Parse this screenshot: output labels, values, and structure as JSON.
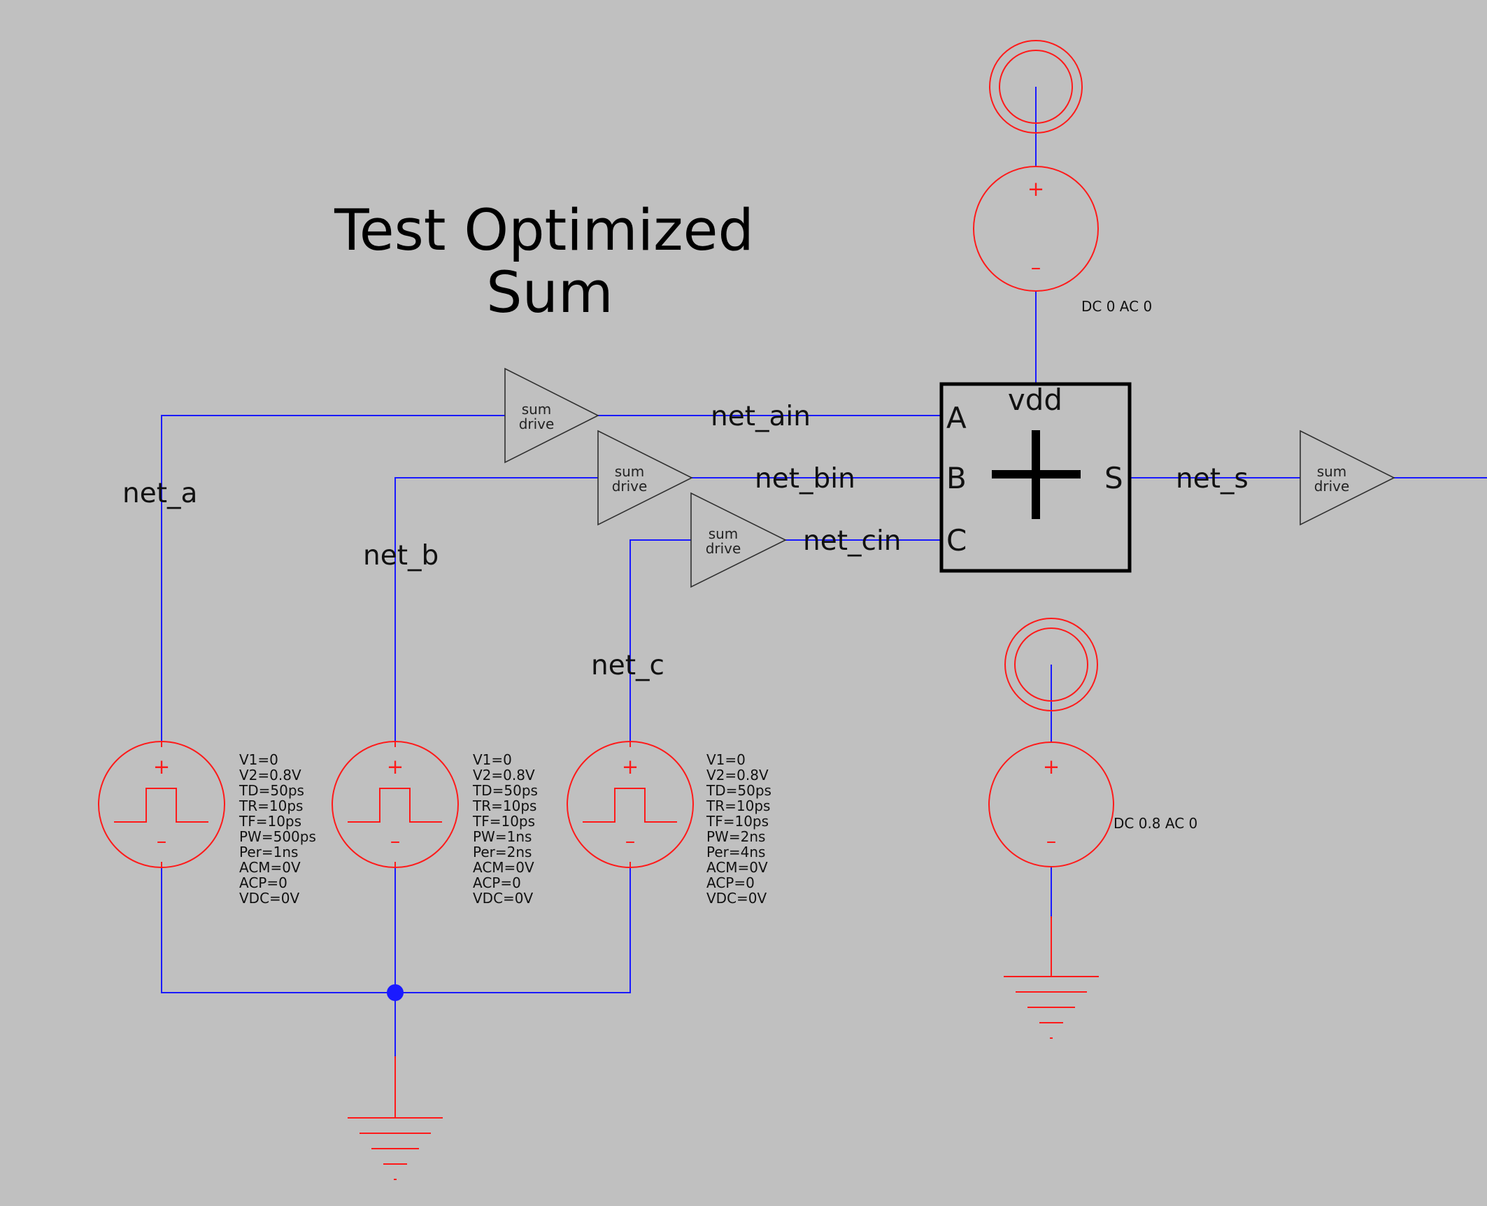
{
  "title": {
    "line1": "Test Optimized",
    "line2": "Sum"
  },
  "colors": {
    "background": "#c0c0c0",
    "wire": "#1a1aff",
    "source": "#ff1a1a",
    "component": "#000000"
  },
  "nets": {
    "a": "net_a",
    "b": "net_b",
    "c": "net_c",
    "ain": "net_ain",
    "bin": "net_bin",
    "cin": "net_cin",
    "s": "net_s"
  },
  "sum_block": {
    "pins": {
      "a": "A",
      "b": "B",
      "c": "C",
      "s": "S"
    },
    "supply_label": "vdd",
    "symbol": "plus-icon"
  },
  "buffer_label": {
    "line1": "sum",
    "line2": "drive"
  },
  "sources": {
    "symbols": {
      "plus": "+",
      "minus": "–"
    },
    "a_params": [
      "V1=0",
      "V2=0.8V",
      "TD=50ps",
      "TR=10ps",
      "TF=10ps",
      "PW=500ps",
      "Per=1ns",
      "ACM=0V",
      "ACP=0",
      "VDC=0V"
    ],
    "b_params": [
      "V1=0",
      "V2=0.8V",
      "TD=50ps",
      "TR=10ps",
      "TF=10ps",
      "PW=1ns",
      "Per=2ns",
      "ACM=0V",
      "ACP=0",
      "VDC=0V"
    ],
    "c_params": [
      "V1=0",
      "V2=0.8V",
      "TD=50ps",
      "TR=10ps",
      "TF=10ps",
      "PW=2ns",
      "Per=4ns",
      "ACM=0V",
      "ACP=0",
      "VDC=0V"
    ],
    "top_dc_label": "DC 0 AC 0",
    "bottom_dc_label": "DC 0.8 AC 0"
  }
}
